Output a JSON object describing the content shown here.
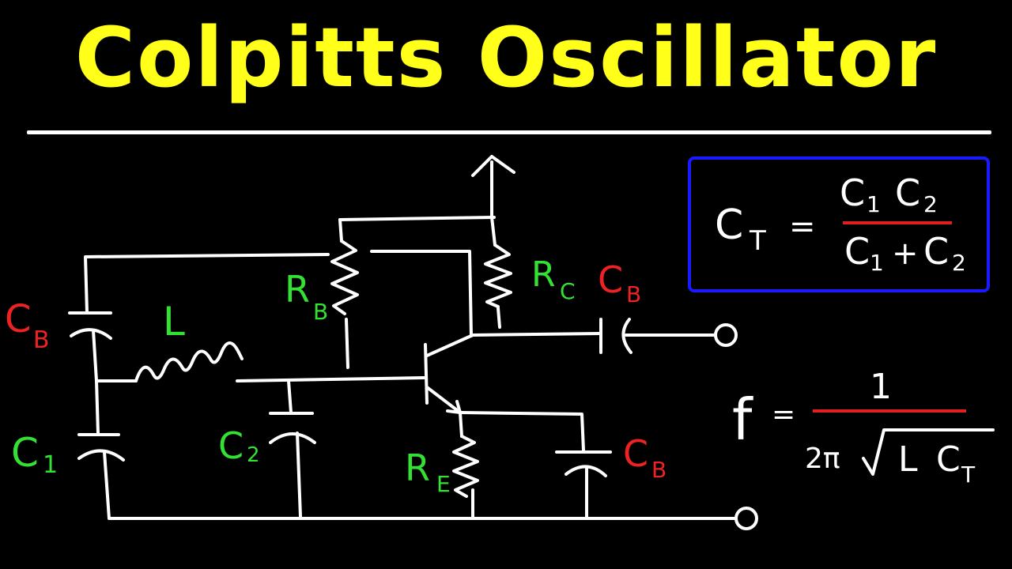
{
  "title": "Colpitts Oscillator",
  "colors": {
    "background": "#000000",
    "title": "#ffff1a",
    "wire": "#ffffff",
    "component_label_green": "#33e033",
    "component_label_red": "#ee2222",
    "box_border": "#1a1aff",
    "fraction_bar": "#e02020"
  },
  "labels": {
    "cb_left": {
      "main": "C",
      "sub": "B"
    },
    "inductor": "L",
    "rb": {
      "main": "R",
      "sub": "B"
    },
    "rc": {
      "main": "R",
      "sub": "C"
    },
    "cb_out": {
      "main": "C",
      "sub": "B"
    },
    "c1": {
      "main": "C",
      "sub": "1"
    },
    "c2": {
      "main": "C",
      "sub": "2"
    },
    "re": {
      "main": "R",
      "sub": "E"
    },
    "cb_emitter": {
      "main": "C",
      "sub": "B"
    }
  },
  "formula_ct": {
    "lhs_main": "C",
    "lhs_sub": "T",
    "equals": "=",
    "num_c1": "C",
    "num_c1_sub": "1",
    "num_c2": "C",
    "num_c2_sub": "2",
    "den_c1": "C",
    "den_c1_sub": "1",
    "plus": "+",
    "den_c2": "C",
    "den_c2_sub": "2"
  },
  "formula_f": {
    "lhs": "f",
    "equals": "=",
    "numerator": "1",
    "two_pi": "2π",
    "l": "L",
    "c": "C",
    "c_sub": "T"
  }
}
